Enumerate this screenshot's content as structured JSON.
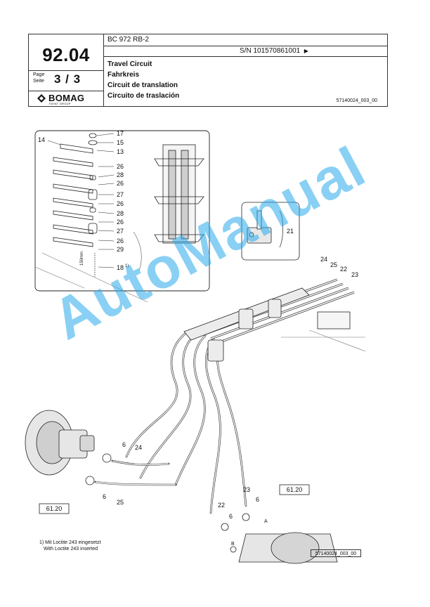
{
  "header": {
    "model": "BC 972 RB-2",
    "serial": "S/N 101570861001",
    "serial_arrow": "▶",
    "section": "92.04",
    "page_label_de": "Page",
    "page_label_en": "Seite",
    "page_number": "3 / 3",
    "titles": [
      "Travel Circuit",
      "Fahrkreis",
      "Circuit de translation",
      "Circuito de traslación"
    ],
    "doc_ref": "57140024_003_00",
    "logo_name": "BOMAG",
    "logo_sub": "FAYAT GROUP"
  },
  "drawing": {
    "callouts": [
      "14",
      "17",
      "15",
      "13",
      "26",
      "28",
      "26",
      "27",
      "26",
      "28",
      "26",
      "27",
      "26",
      "29",
      "18",
      "1)",
      "150mm",
      "21",
      "24",
      "25",
      "22",
      "23",
      "6",
      "24",
      "6",
      "25",
      "23",
      "6",
      "22",
      "6",
      "A",
      "B"
    ],
    "ref_boxes": [
      "61.20",
      "61.20"
    ],
    "drawing_ref": "57140024_003_00"
  },
  "footnote": [
    "1) Mit Loctite 243 eingesetzt",
    "With Loctite 243 inserted"
  ],
  "watermark": "AutoManual"
}
